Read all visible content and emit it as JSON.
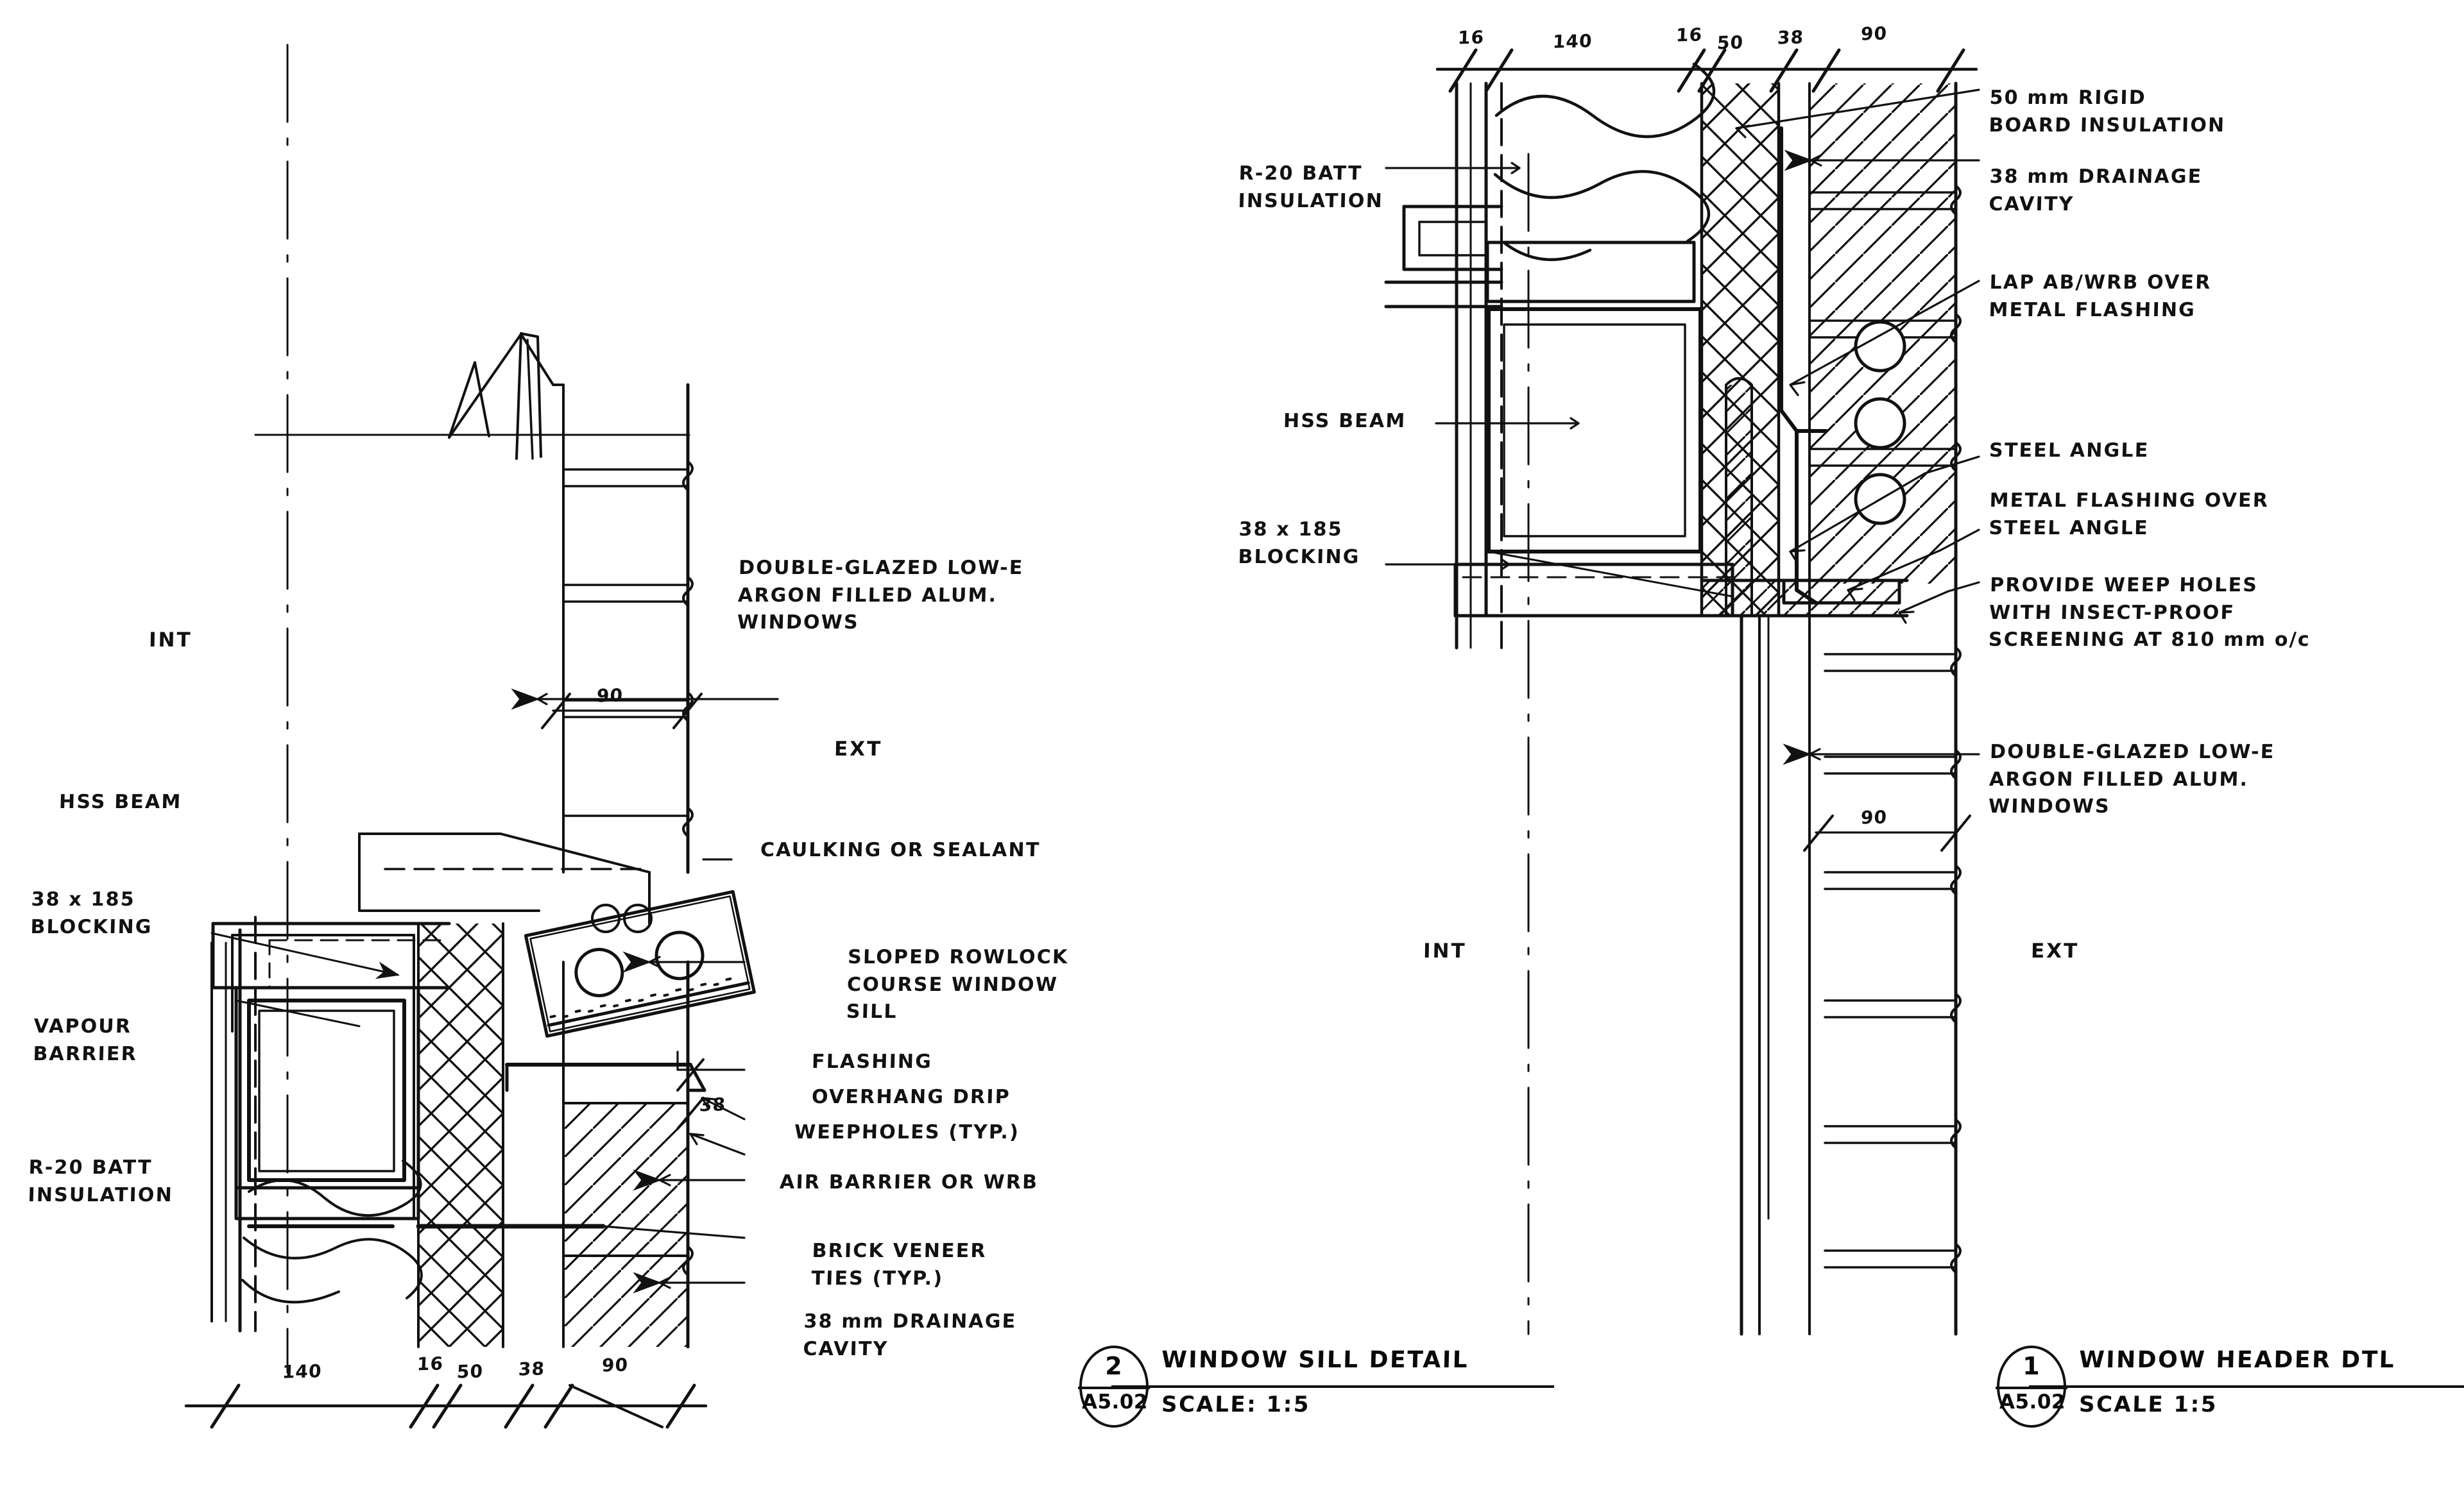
{
  "sheet": {
    "background": "#ffffff",
    "ink": "#111111"
  },
  "details": [
    {
      "key": "sill",
      "bubble_number": "2",
      "bubble_sheet": "A5.02",
      "title": "WINDOW SILL DETAIL",
      "scale": "SCALE: 1:5",
      "interior_label": "INT",
      "exterior_label": "EXT",
      "dimension_string": [
        "140",
        "16",
        "50",
        "38",
        "90"
      ],
      "inline_dimensions": [
        {
          "value": "90",
          "where": "brick-veneer-thickness-upper"
        },
        {
          "value": "38",
          "where": "drainage-cavity"
        }
      ],
      "left_annotations": [
        "HSS BEAM",
        "38 x 185\nBLOCKING",
        "VAPOUR\nBARRIER",
        "R-20 BATT\nINSULATION"
      ],
      "right_annotations": [
        "DOUBLE-GLAZED LOW-E\nARGON FILLED ALUM.\nWINDOWS",
        "CAULKING OR SEALANT",
        "SLOPED ROWLOCK\nCOURSE WINDOW\nSILL",
        "FLASHING",
        "OVERHANG DRIP",
        "WEEPHOLES (TYP.)",
        "AIR BARRIER OR WRB",
        "BRICK VENEER\nTIES (TYP.)",
        "38 mm DRAINAGE\nCAVITY"
      ]
    },
    {
      "key": "header",
      "bubble_number": "1",
      "bubble_sheet": "A5.02",
      "title": "WINDOW HEADER DTL",
      "scale": "SCALE 1:5",
      "interior_label": "INT",
      "exterior_label": "EXT",
      "dimension_string": [
        "16",
        "140",
        "16",
        "50",
        "38",
        "90"
      ],
      "inline_dimensions": [
        {
          "value": "90",
          "where": "brick-veneer-thickness"
        }
      ],
      "left_annotations": [
        "R-20 BATT\nINSULATION",
        "HSS BEAM",
        "38 x 185\nBLOCKING"
      ],
      "right_annotations": [
        "50 mm RIGID\nBOARD INSULATION",
        "38 mm DRAINAGE\nCAVITY",
        "LAP AB/WRB OVER\nMETAL FLASHING",
        "STEEL ANGLE",
        "METAL FLASHING OVER\nSTEEL ANGLE",
        "PROVIDE WEEP HOLES\nWITH INSECT-PROOF\nSCREENING AT 810 mm o/c",
        "DOUBLE-GLAZED LOW-E\nARGON FILLED ALUM.\nWINDOWS"
      ]
    }
  ],
  "labels": {
    "sill": {
      "hss_beam": "HSS BEAM",
      "blocking": "38 x 185\nBLOCKING",
      "vapour_barrier": "VAPOUR\nBARRIER",
      "batt_insulation": "R-20 BATT\nINSULATION",
      "windows": "DOUBLE-GLAZED LOW-E\nARGON FILLED ALUM.\nWINDOWS",
      "caulking": "CAULKING OR SEALANT",
      "rowlock_sill": "SLOPED ROWLOCK\nCOURSE WINDOW\nSILL",
      "flashing": "FLASHING",
      "overhang_drip": "OVERHANG DRIP",
      "weepholes": "WEEPHOLES (TYP.)",
      "air_barrier": "AIR BARRIER OR WRB",
      "brick_ties": "BRICK VENEER\nTIES (TYP.)",
      "drainage_cavity": "38 mm DRAINAGE\nCAVITY",
      "int": "INT",
      "ext": "EXT",
      "dim_90": "90",
      "dim_38": "38",
      "dim_140": "140",
      "dim_16": "16",
      "dim_50": "50",
      "dim_38b": "38",
      "dim_90b": "90"
    },
    "header": {
      "batt_insulation": "R-20 BATT\nINSULATION",
      "hss_beam": "HSS BEAM",
      "blocking": "38 x 185\nBLOCKING",
      "rigid_board": "50 mm RIGID\nBOARD INSULATION",
      "drainage_cavity": "38 mm DRAINAGE\nCAVITY",
      "lap_ab_wrb": "LAP AB/WRB OVER\nMETAL FLASHING",
      "steel_angle": "STEEL ANGLE",
      "metal_flashing": "METAL FLASHING OVER\nSTEEL ANGLE",
      "weep_holes": "PROVIDE WEEP HOLES\nWITH INSECT-PROOF\nSCREENING AT 810 mm o/c",
      "windows": "DOUBLE-GLAZED LOW-E\nARGON FILLED ALUM.\nWINDOWS",
      "int": "INT",
      "ext": "EXT",
      "dim_90": "90",
      "dim_16a": "16",
      "dim_140": "140",
      "dim_16b": "16",
      "dim_50": "50",
      "dim_38": "38",
      "dim_90b": "90"
    }
  },
  "titleblocks": {
    "sill": {
      "number": "2",
      "sheet": "A5.02",
      "title": "WINDOW SILL DETAIL",
      "scale": "SCALE: 1:5"
    },
    "header": {
      "number": "1",
      "sheet": "A5.02",
      "title": "WINDOW HEADER DTL",
      "scale": "SCALE 1:5"
    }
  }
}
